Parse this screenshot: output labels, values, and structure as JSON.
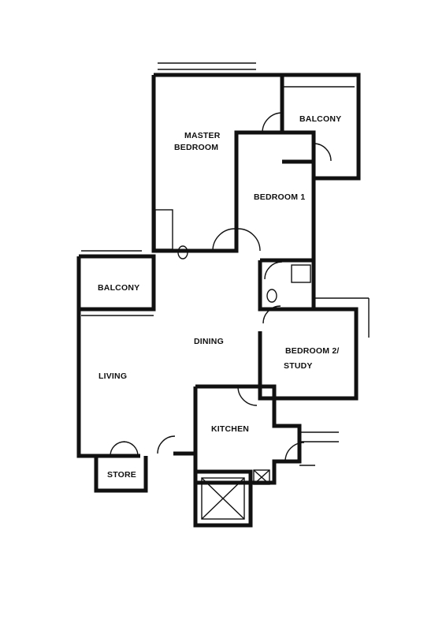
{
  "rooms": {
    "master_bedroom": {
      "line1": "MASTER",
      "line2": "BEDROOM"
    },
    "balcony_top": "BALCONY",
    "bedroom1": "BEDROOM 1",
    "balcony_left": "BALCONY",
    "dining": "DINING",
    "bedroom2": {
      "line1": "BEDROOM 2/",
      "line2": "STUDY"
    },
    "living": "LIVING",
    "kitchen": "KITCHEN",
    "store": "STORE"
  },
  "colors": {
    "wall": "#111111",
    "paper": "#ffffff"
  }
}
